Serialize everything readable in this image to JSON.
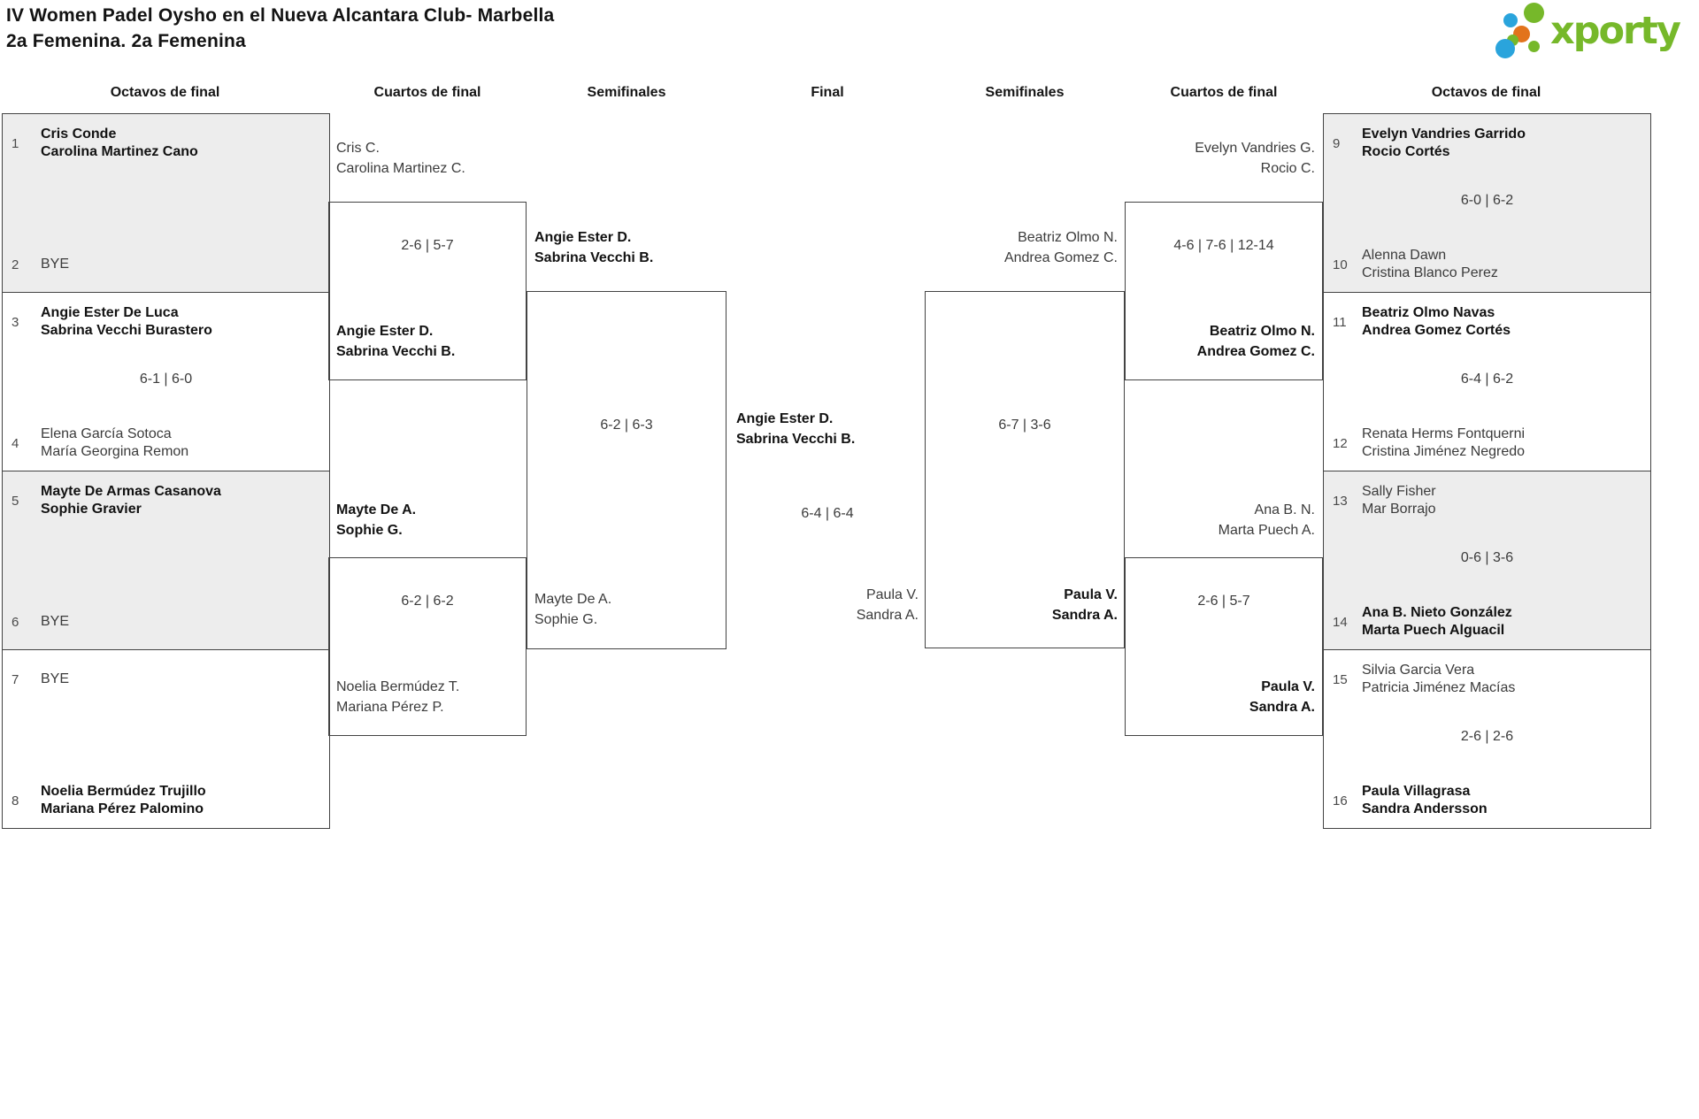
{
  "header": {
    "title_line1": "IV Women Padel Oysho en el Nueva Alcantara Club- Marbella",
    "title_line2": "2a Femenina. 2a Femenina",
    "logo_text": "xporty"
  },
  "colors": {
    "brand_green": "#76b82a",
    "brand_blue": "#2aa4dc",
    "brand_orange": "#e2731c",
    "shaded_row": "#ededed",
    "box_border": "#434343"
  },
  "round_headers": [
    "Octavos de final",
    "Cuartos de final",
    "Semifinales",
    "Final",
    "Semifinales",
    "Cuartos de final",
    "Octavos de final"
  ],
  "r16": [
    {
      "seed_top": "1",
      "top1": "Cris Conde",
      "top2": "Carolina Martinez Cano",
      "score": "",
      "seed_bottom": "2",
      "bot1": "BYE",
      "bot2": ""
    },
    {
      "seed_top": "3",
      "top1": "Angie Ester De Luca",
      "top2": "Sabrina Vecchi Burastero",
      "score": "6-1 | 6-0",
      "seed_bottom": "4",
      "bot1": "Elena García Sotoca",
      "bot2": "María Georgina Remon"
    },
    {
      "seed_top": "5",
      "top1": "Mayte De Armas Casanova",
      "top2": "Sophie Gravier",
      "score": "",
      "seed_bottom": "6",
      "bot1": "BYE",
      "bot2": ""
    },
    {
      "seed_top": "7",
      "top1": "BYE",
      "top2": "",
      "score": "",
      "seed_bottom": "8",
      "bot1": "Noelia Bermúdez Trujillo",
      "bot2": "Mariana Pérez Palomino"
    },
    {
      "seed_top": "9",
      "top1": "Evelyn Vandries Garrido",
      "top2": "Rocio Cortés",
      "score": "6-0 | 6-2",
      "seed_bottom": "10",
      "bot1": "Alenna Dawn",
      "bot2": "Cristina Blanco Perez"
    },
    {
      "seed_top": "11",
      "top1": "Beatriz Olmo Navas",
      "top2": "Andrea Gomez Cortés",
      "score": "6-4 | 6-2",
      "seed_bottom": "12",
      "bot1": "Renata Herms Fontquerni",
      "bot2": "Cristina Jiménez Negredo"
    },
    {
      "seed_top": "13",
      "top1": "Sally Fisher",
      "top2": "Mar Borrajo",
      "score": "0-6 | 3-6",
      "seed_bottom": "14",
      "bot1": "Ana B. Nieto González",
      "bot2": "Marta Puech Alguacil"
    },
    {
      "seed_top": "15",
      "top1": "Silvia Garcia Vera",
      "top2": "Patricia Jiménez Macías",
      "score": "2-6 | 2-6",
      "seed_bottom": "16",
      "bot1": "Paula Villagrasa",
      "bot2": "Sandra Andersson"
    }
  ],
  "qf": [
    {
      "top1": "Cris C.",
      "top2": "Carolina Martinez C.",
      "score": "2-6 | 5-7",
      "bot1": "Angie Ester D.",
      "bot2": "Sabrina Vecchi B."
    },
    {
      "top1": "Mayte De A.",
      "top2": "Sophie G.",
      "score": "6-2 | 6-2",
      "bot1": "Noelia Bermúdez T.",
      "bot2": "Mariana Pérez P."
    },
    {
      "top1": "Evelyn Vandries G.",
      "top2": "Rocio C.",
      "score": "4-6 | 7-6 | 12-14",
      "bot1": "Beatriz Olmo N.",
      "bot2": "Andrea Gomez C."
    },
    {
      "top1": "Ana B. N.",
      "top2": "Marta Puech A.",
      "score": "2-6 | 5-7",
      "bot1": "Paula V.",
      "bot2": "Sandra A."
    }
  ],
  "sf": [
    {
      "top1": "Angie Ester D.",
      "top2": "Sabrina Vecchi B.",
      "score": "6-2 | 6-3",
      "bot1": "Mayte De A.",
      "bot2": "Sophie G."
    },
    {
      "top1": "Beatriz Olmo N.",
      "top2": "Andrea Gomez C.",
      "score": "6-7 | 3-6",
      "bot1": "Paula V.",
      "bot2": "Sandra A."
    }
  ],
  "final": {
    "top1": "Angie Ester D.",
    "top2": "Sabrina Vecchi B.",
    "score": "6-4 | 6-4",
    "bot1": "Paula V.",
    "bot2": "Sandra A."
  }
}
